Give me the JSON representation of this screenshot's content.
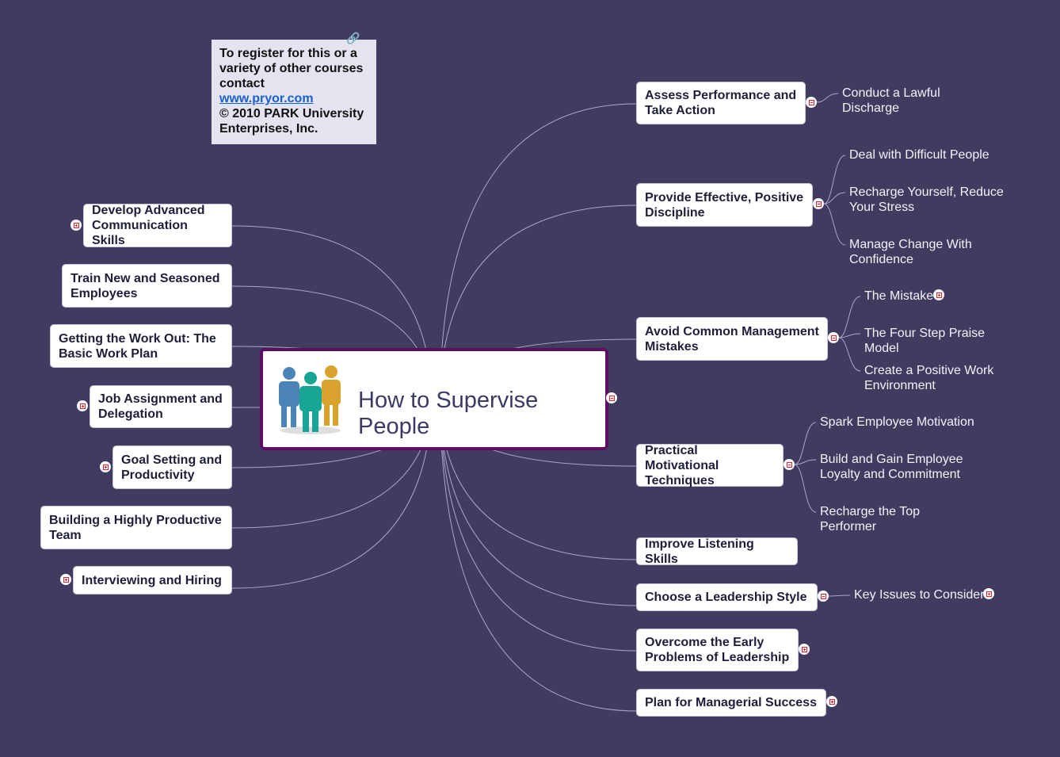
{
  "title": "How to Supervise People",
  "note": {
    "line1": "To register for this or a variety of other courses contact",
    "link": "www.pryor.com",
    "line2": "© 2010 PARK University Enterprises, Inc."
  },
  "right": [
    {
      "label": "Assess Performance and Take Action",
      "children": [
        "Conduct a Lawful Discharge"
      ]
    },
    {
      "label": "Provide Effective, Positive Discipline",
      "children": [
        "Deal with Difficult People",
        "Recharge Yourself, Reduce Your Stress",
        "Manage Change With Confidence"
      ]
    },
    {
      "label": "Avoid Common Management Mistakes",
      "children": [
        "The Mistake",
        "The Four Step Praise Model",
        "Create a Positive Work Environment"
      ]
    },
    {
      "label": "Practical Motivational Techniques",
      "children": [
        "Spark Employee Motivation",
        "Build and Gain Employee Loyalty and Commitment",
        "Recharge the Top Performer"
      ]
    },
    {
      "label": "Improve Listening Skills",
      "children": []
    },
    {
      "label": "Choose a Leadership Style",
      "children": [
        "Key Issues to Consider"
      ]
    },
    {
      "label": "Overcome the Early Problems of Leadership",
      "children": []
    },
    {
      "label": "Plan for Managerial Success",
      "children": []
    }
  ],
  "left": [
    {
      "label": "Develop Advanced Communication Skills"
    },
    {
      "label": "Train New and Seasoned Employees"
    },
    {
      "label": "Getting the Work Out: The Basic Work Plan"
    },
    {
      "label": "Job Assignment and Delegation"
    },
    {
      "label": "Goal Setting and Productivity"
    },
    {
      "label": "Building a Highly Productive Team"
    },
    {
      "label": "Interviewing and Hiring"
    }
  ],
  "colors": {
    "background": "#403c5f",
    "center_border": "#5e0f62",
    "toggle": "#e0202a"
  }
}
